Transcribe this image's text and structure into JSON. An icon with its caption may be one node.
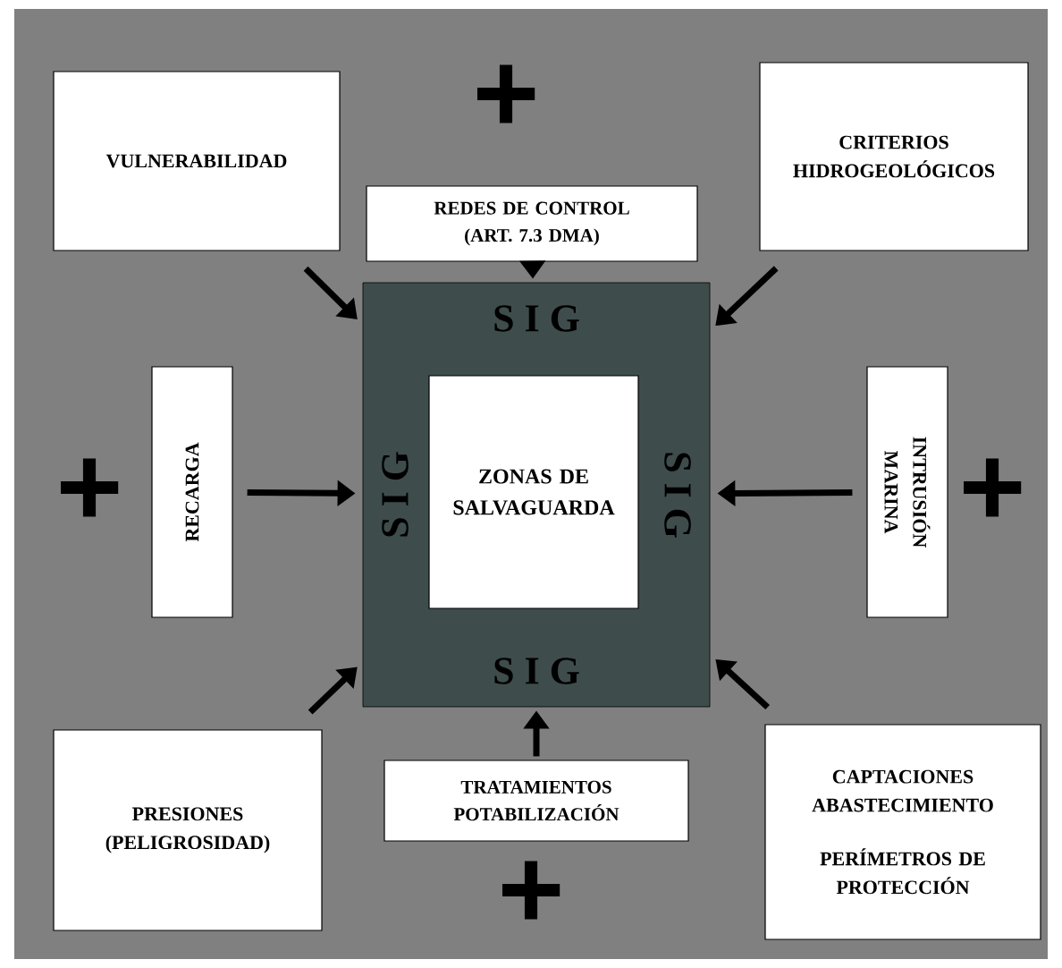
{
  "diagram": {
    "nodes": [
      {
        "text": [
          "VULNERABILIDAD"
        ]
      },
      {
        "text": [
          "REDES DE CONTROL (ART. 7.3 DMA)"
        ]
      },
      {
        "text": [
          "CRITERIOS HIDROGEOLÓGICOS"
        ]
      },
      {
        "text": [
          "RECARGA"
        ]
      },
      {
        "text": [
          "S I G",
          "S I G",
          "S I G",
          "S I G"
        ]
      },
      {
        "text": [
          "ZONAS DE SALVAGUARDA"
        ],
        "in": 4
      },
      {
        "text": [
          "INTRUSIÓN MARINA"
        ]
      },
      {
        "text": [
          "PRESIONES (PELIGROSIDAD)"
        ]
      },
      {
        "text": [
          "TRATAMIENTOS POTABILIZACIÓN"
        ]
      },
      {
        "text": [
          "CAPTACIONES ABASTECIMIENTO",
          "PERÍMETROS DE PROTECCIÓN"
        ]
      }
    ],
    "edges": [
      {
        "from": 0,
        "to": 4,
        "arrow": "to"
      },
      {
        "from": 1,
        "to": 4,
        "arrow": "to"
      },
      {
        "from": 2,
        "to": 4,
        "arrow": "to"
      },
      {
        "from": 3,
        "to": 4,
        "arrow": "to"
      },
      {
        "from": 6,
        "to": 4,
        "arrow": "to"
      },
      {
        "from": 7,
        "to": 4,
        "arrow": "to"
      },
      {
        "from": 8,
        "to": 4,
        "arrow": "to"
      },
      {
        "from": 9,
        "to": 4,
        "arrow": "to"
      }
    ],
    "labels": [
      "+",
      "+",
      "+",
      "+"
    ]
  }
}
